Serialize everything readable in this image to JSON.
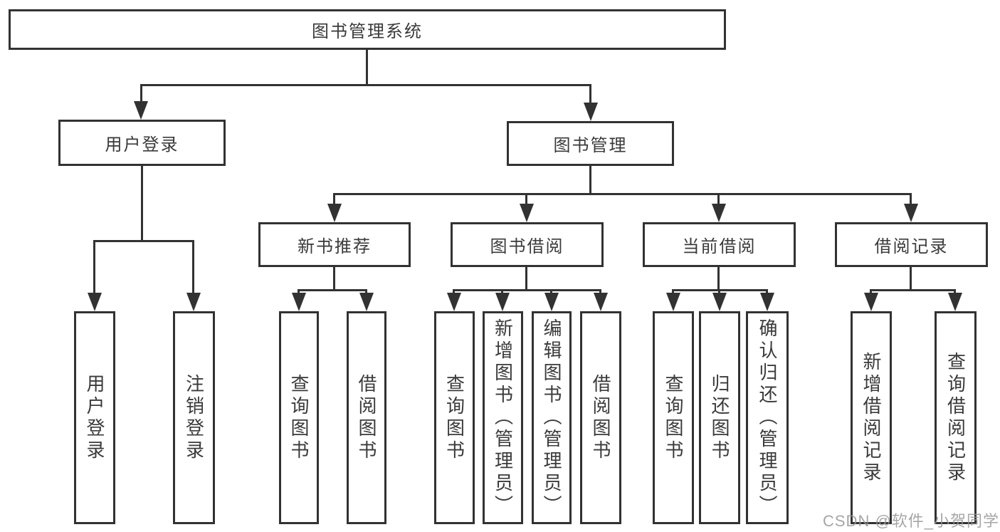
{
  "diagram": {
    "root": {
      "label": "图书管理系统"
    },
    "branches": [
      {
        "label": "用户登录",
        "children": [
          {
            "label": "用户登录"
          },
          {
            "label": "注销登录"
          }
        ]
      },
      {
        "label": "图书管理",
        "children": [
          {
            "label": "新书推荐",
            "children": [
              {
                "label": "查询图书"
              },
              {
                "label": "借阅图书"
              }
            ]
          },
          {
            "label": "图书借阅",
            "children": [
              {
                "label": "查询图书"
              },
              {
                "label": "新增图书（管理员）"
              },
              {
                "label": "编辑图书（管理员）"
              },
              {
                "label": "借阅图书"
              }
            ]
          },
          {
            "label": "当前借阅",
            "children": [
              {
                "label": "查询图书"
              },
              {
                "label": "归还图书"
              },
              {
                "label": "确认归还（管理员）"
              }
            ]
          },
          {
            "label": "借阅记录",
            "children": [
              {
                "label": "新增借阅记录"
              },
              {
                "label": "查询借阅记录"
              }
            ]
          }
        ]
      }
    ]
  },
  "watermark": {
    "text": "CSDN @软件_小贺同学"
  },
  "colors": {
    "line": "#323232",
    "box_background": "#ffffff",
    "text": "#3a3a3a",
    "watermark": "#969696"
  }
}
